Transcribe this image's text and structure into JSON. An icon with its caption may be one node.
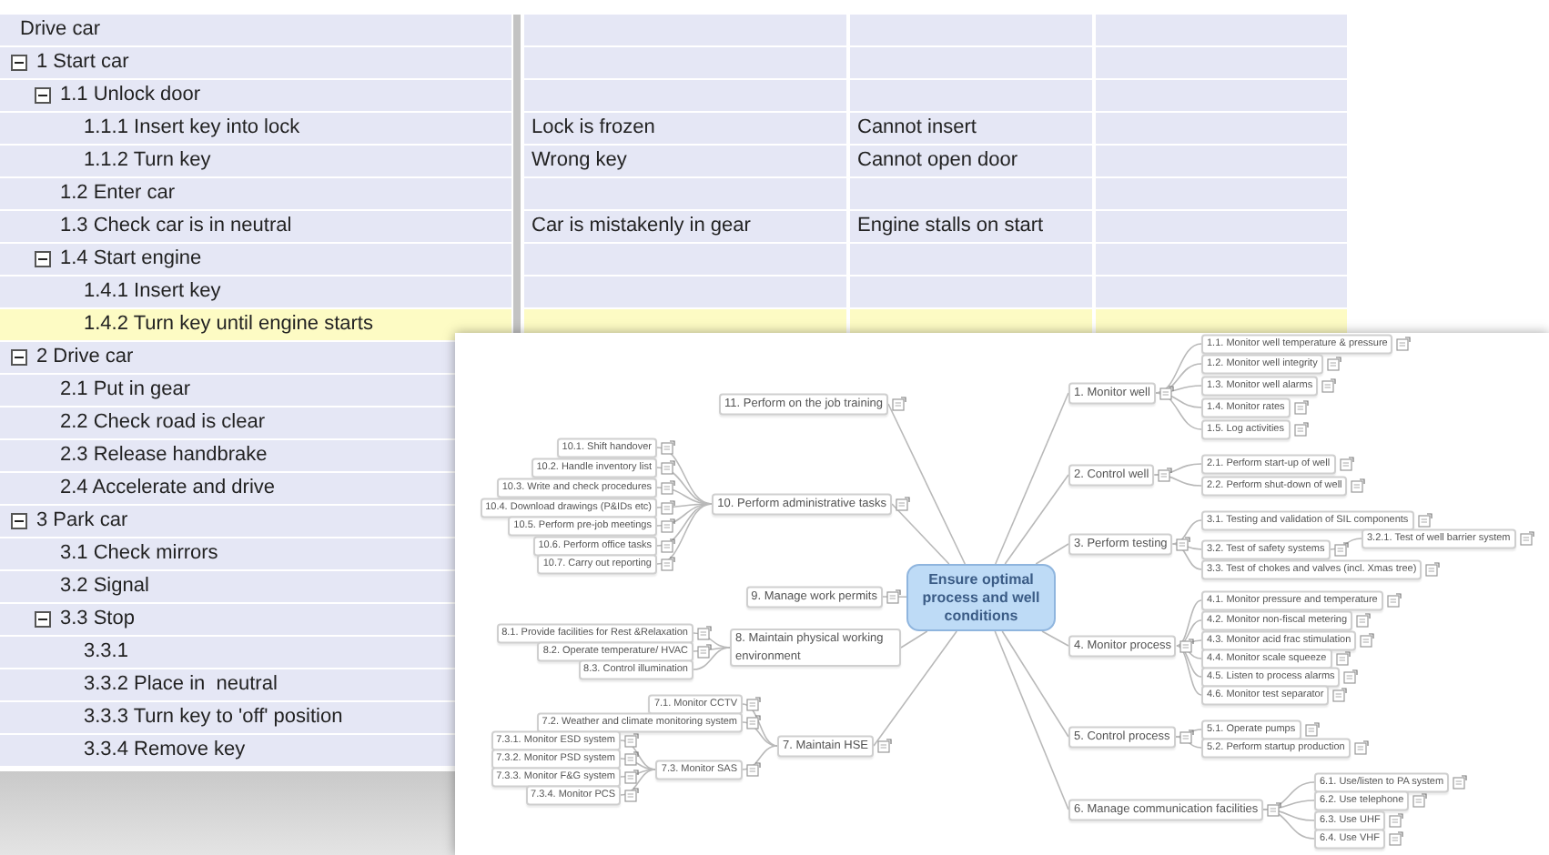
{
  "diagram": {
    "nodes": [
      {
        "text": [
          "Ensure optimal process and well conditions"
        ]
      },
      {
        "text": [
          "1. Monitor well"
        ]
      },
      {
        "text": [
          "1.1. Monitor well temperature & pressure"
        ]
      },
      {
        "text": [
          "1.2. Monitor well integrity"
        ]
      },
      {
        "text": [
          "1.3. Monitor well alarms"
        ]
      },
      {
        "text": [
          "1.4. Monitor rates"
        ]
      },
      {
        "text": [
          "1.5. Log activities"
        ]
      },
      {
        "text": [
          "2. Control well"
        ]
      },
      {
        "text": [
          "2.1. Perform start-up of well"
        ]
      },
      {
        "text": [
          "2.2. Perform shut-down of well"
        ]
      },
      {
        "text": [
          "3. Perform testing"
        ]
      },
      {
        "text": [
          "3.1. Testing and validation of SIL components"
        ]
      },
      {
        "text": [
          "3.2. Test of safety systems"
        ]
      },
      {
        "text": [
          "3.2.1. Test of well barrier system"
        ]
      },
      {
        "text": [
          "3.3. Test of chokes and valves (incl. Xmas tree)"
        ]
      },
      {
        "text": [
          "4. Monitor process"
        ]
      },
      {
        "text": [
          "4.1. Monitor pressure and temperature"
        ]
      },
      {
        "text": [
          "4.2. Monitor non-fiscal metering"
        ]
      },
      {
        "text": [
          "4.3. Monitor acid frac stimulation"
        ]
      },
      {
        "text": [
          "4.4. Monitor scale squeeze"
        ]
      },
      {
        "text": [
          "4.5. Listen to process alarms"
        ]
      },
      {
        "text": [
          "4.6. Monitor test separator"
        ]
      },
      {
        "text": [
          "5. Control process"
        ]
      },
      {
        "text": [
          "5.1. Operate pumps"
        ]
      },
      {
        "text": [
          "5.2. Perform startup production"
        ]
      },
      {
        "text": [
          "6. Manage communication facilities"
        ]
      },
      {
        "text": [
          "6.1. Use/listen to PA system"
        ]
      },
      {
        "text": [
          "6.2. Use telephone"
        ]
      },
      {
        "text": [
          "6.3. Use UHF"
        ]
      },
      {
        "text": [
          "6.4. Use VHF"
        ]
      },
      {
        "text": [
          "11. Perform on the job training"
        ]
      },
      {
        "text": [
          "10. Perform administrative tasks"
        ]
      },
      {
        "text": [
          "10.1. Shift handover"
        ]
      },
      {
        "text": [
          "10.2. Handle inventory list"
        ]
      },
      {
        "text": [
          "10.3. Write and check procedures"
        ]
      },
      {
        "text": [
          "10.4. Download drawings (P&IDs etc)"
        ]
      },
      {
        "text": [
          "10.5. Perform pre-job meetings"
        ]
      },
      {
        "text": [
          "10.6. Perform office tasks"
        ]
      },
      {
        "text": [
          "10.7. Carry out reporting"
        ]
      },
      {
        "text": [
          "9. Manage work permits"
        ]
      },
      {
        "text": [
          "8. Maintain physical working environment"
        ]
      },
      {
        "text": [
          "8.1. Provide facilities for Rest &Relaxation"
        ]
      },
      {
        "text": [
          "8.2. Operate temperature/ HVAC"
        ]
      },
      {
        "text": [
          "8.3. Control illumination"
        ]
      },
      {
        "text": [
          "7. Maintain HSE"
        ]
      },
      {
        "text": [
          "7.1. Monitor CCTV"
        ]
      },
      {
        "text": [
          "7.2. Weather and climate monitoring system"
        ]
      },
      {
        "text": [
          "7.3. Monitor SAS"
        ]
      },
      {
        "text": [
          "7.3.1. Monitor ESD system"
        ]
      },
      {
        "text": [
          "7.3.2. Monitor PSD system"
        ]
      },
      {
        "text": [
          "7.3.3. Monitor F&G system"
        ]
      },
      {
        "text": [
          "7.3.4. Monitor PCS"
        ]
      }
    ],
    "edges": [
      {
        "from": 0,
        "to": 1,
        "arrow": "none"
      },
      {
        "from": 1,
        "to": 2,
        "arrow": "none"
      },
      {
        "from": 1,
        "to": 3,
        "arrow": "none"
      },
      {
        "from": 1,
        "to": 4,
        "arrow": "none"
      },
      {
        "from": 1,
        "to": 5,
        "arrow": "none"
      },
      {
        "from": 1,
        "to": 6,
        "arrow": "none"
      },
      {
        "from": 0,
        "to": 7,
        "arrow": "none"
      },
      {
        "from": 7,
        "to": 8,
        "arrow": "none"
      },
      {
        "from": 7,
        "to": 9,
        "arrow": "none"
      },
      {
        "from": 0,
        "to": 10,
        "arrow": "none"
      },
      {
        "from": 10,
        "to": 11,
        "arrow": "none"
      },
      {
        "from": 10,
        "to": 12,
        "arrow": "none"
      },
      {
        "from": 12,
        "to": 13,
        "arrow": "none"
      },
      {
        "from": 10,
        "to": 14,
        "arrow": "none"
      },
      {
        "from": 0,
        "to": 15,
        "arrow": "none"
      },
      {
        "from": 15,
        "to": 16,
        "arrow": "none"
      },
      {
        "from": 15,
        "to": 17,
        "arrow": "none"
      },
      {
        "from": 15,
        "to": 18,
        "arrow": "none"
      },
      {
        "from": 15,
        "to": 19,
        "arrow": "none"
      },
      {
        "from": 15,
        "to": 20,
        "arrow": "none"
      },
      {
        "from": 15,
        "to": 21,
        "arrow": "none"
      },
      {
        "from": 0,
        "to": 22,
        "arrow": "none"
      },
      {
        "from": 22,
        "to": 23,
        "arrow": "none"
      },
      {
        "from": 22,
        "to": 24,
        "arrow": "none"
      },
      {
        "from": 0,
        "to": 25,
        "arrow": "none"
      },
      {
        "from": 25,
        "to": 26,
        "arrow": "none"
      },
      {
        "from": 25,
        "to": 27,
        "arrow": "none"
      },
      {
        "from": 25,
        "to": 28,
        "arrow": "none"
      },
      {
        "from": 25,
        "to": 29,
        "arrow": "none"
      },
      {
        "from": 0,
        "to": 30,
        "arrow": "none"
      },
      {
        "from": 0,
        "to": 31,
        "arrow": "none"
      },
      {
        "from": 31,
        "to": 32,
        "arrow": "none"
      },
      {
        "from": 31,
        "to": 33,
        "arrow": "none"
      },
      {
        "from": 31,
        "to": 34,
        "arrow": "none"
      },
      {
        "from": 31,
        "to": 35,
        "arrow": "none"
      },
      {
        "from": 31,
        "to": 36,
        "arrow": "none"
      },
      {
        "from": 31,
        "to": 37,
        "arrow": "none"
      },
      {
        "from": 31,
        "to": 38,
        "arrow": "none"
      },
      {
        "from": 0,
        "to": 39,
        "arrow": "none"
      },
      {
        "from": 0,
        "to": 40,
        "arrow": "none"
      },
      {
        "from": 40,
        "to": 41,
        "arrow": "none"
      },
      {
        "from": 40,
        "to": 42,
        "arrow": "none"
      },
      {
        "from": 40,
        "to": 43,
        "arrow": "none"
      },
      {
        "from": 0,
        "to": 44,
        "arrow": "none"
      },
      {
        "from": 44,
        "to": 45,
        "arrow": "none"
      },
      {
        "from": 44,
        "to": 46,
        "arrow": "none"
      },
      {
        "from": 44,
        "to": 47,
        "arrow": "none"
      },
      {
        "from": 47,
        "to": 48,
        "arrow": "none"
      },
      {
        "from": 47,
        "to": 49,
        "arrow": "none"
      },
      {
        "from": 47,
        "to": 50,
        "arrow": "none"
      },
      {
        "from": 47,
        "to": 51,
        "arrow": "none"
      }
    ],
    "labels": [
      "Drive car",
      "1 Start car",
      "1.1 Unlock door",
      "1.1.1 Insert key into lock",
      "Lock is frozen",
      "Cannot insert",
      "1.1.2 Turn key",
      "Wrong key",
      "Cannot open door",
      "1.2 Enter car",
      "1.3 Check car is in neutral",
      "Car is mistakenly in gear",
      "Engine stalls on start",
      "1.4 Start engine",
      "1.4.1 Insert key",
      "1.4.2 Turn key until engine starts",
      "2 Drive car",
      "2.1 Put in gear",
      "2.2 Check road is clear",
      "2.3 Release handbrake",
      "2.4 Accelerate and drive",
      "3 Park car",
      "3.1 Check mirrors",
      "3.2 Signal",
      "3.3 Stop",
      "3.3.1",
      "3.3.2 Place in  neutral",
      "3.3.3 Turn key to 'off' position",
      "3.3.4 Remove key"
    ]
  }
}
